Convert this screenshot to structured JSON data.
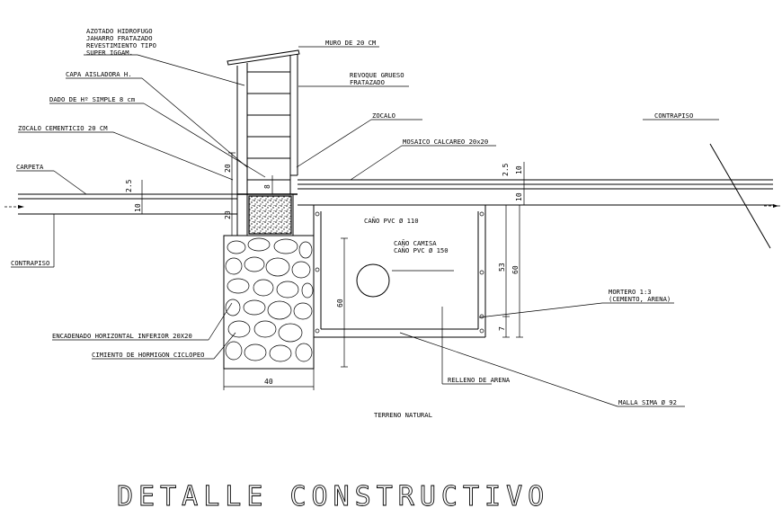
{
  "title": "DETALLE CONSTRUCTIVO",
  "labels": {
    "azotado": [
      "AZOTADO HIDROFUGO",
      "JAHARRO FRATAZADO",
      "REVESTIMIENTO TIPO",
      "SUPER IGGAM."
    ],
    "muro": "MURO DE 20 CM",
    "revoque": [
      "REVOQUE GRUESO",
      "FRATAZADO"
    ],
    "capa_aisladora": "CAPA AISLADORA H.",
    "dado": "DADO DE Hº SIMPLE 8 cm",
    "zocalo": "ZOCALO",
    "contrapiso_right": "CONTRAPISO",
    "zocalo_cementicio": "ZOCALO CEMENTICIO 20 CM",
    "mosaico": "MOSAICO CALCAREO 20x20",
    "carpeta": "CARPETA",
    "contrapiso_left": "CONTRAPISO",
    "cano_pvc": "CAÑO PVC Ø 110",
    "cano_camisa": [
      "CAÑO CAMISA",
      "CAÑO PVC Ø 150"
    ],
    "mortero": [
      "MORTERO 1:3",
      "(CEMENTO, ARENA)"
    ],
    "encadenado": "ENCADENADO HORIZONTAL INFERIOR 20X20",
    "cimiento": "CIMIENTO DE HORMIGON CICLOPEO",
    "relleno": "RELLENO DE ARENA",
    "malla": "MALLA SIMA Ø 92",
    "terreno": "TERRENO NATURAL"
  },
  "dimensions": {
    "d_2_5_left": "2.5",
    "d_10_left": "10",
    "d_20_upper": "20",
    "d_8": "8",
    "d_20_lower": "20",
    "d_2_5_right": "2.5",
    "d_10_right_top": "10",
    "d_10_right": "10",
    "d_53": "53",
    "d_60_right": "60",
    "d_7": "7",
    "d_60_box": "60",
    "d_40": "40"
  }
}
